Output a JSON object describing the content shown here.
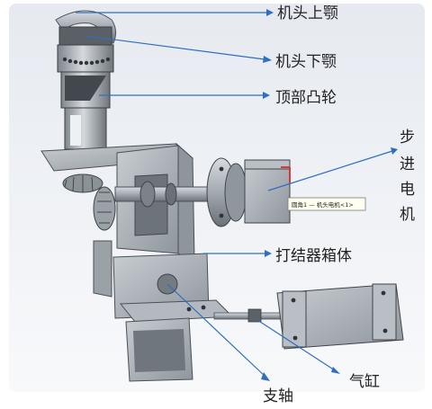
{
  "labels": {
    "upper_jaw": "机头上颚",
    "lower_jaw": "机头下颚",
    "top_cam": "顶部凸轮",
    "stepper_motor": [
      "步",
      "进",
      "电",
      "机"
    ],
    "knotter_box": "打结器箱体",
    "cylinder": "气缸",
    "shaft": "支轴"
  },
  "tooltip": "圆角1 — 机头电机<1>",
  "colors": {
    "background": "#ffffff",
    "steel": "#a9b0b8",
    "steel_dark": "#5b6167",
    "steel_light": "#d9dde1",
    "bg_gradient_top": "#e9edf2",
    "bg_gradient_bottom": "#f7f8fa",
    "leader_line": "#2d6fc0",
    "accent_red": "#d43c3c"
  }
}
